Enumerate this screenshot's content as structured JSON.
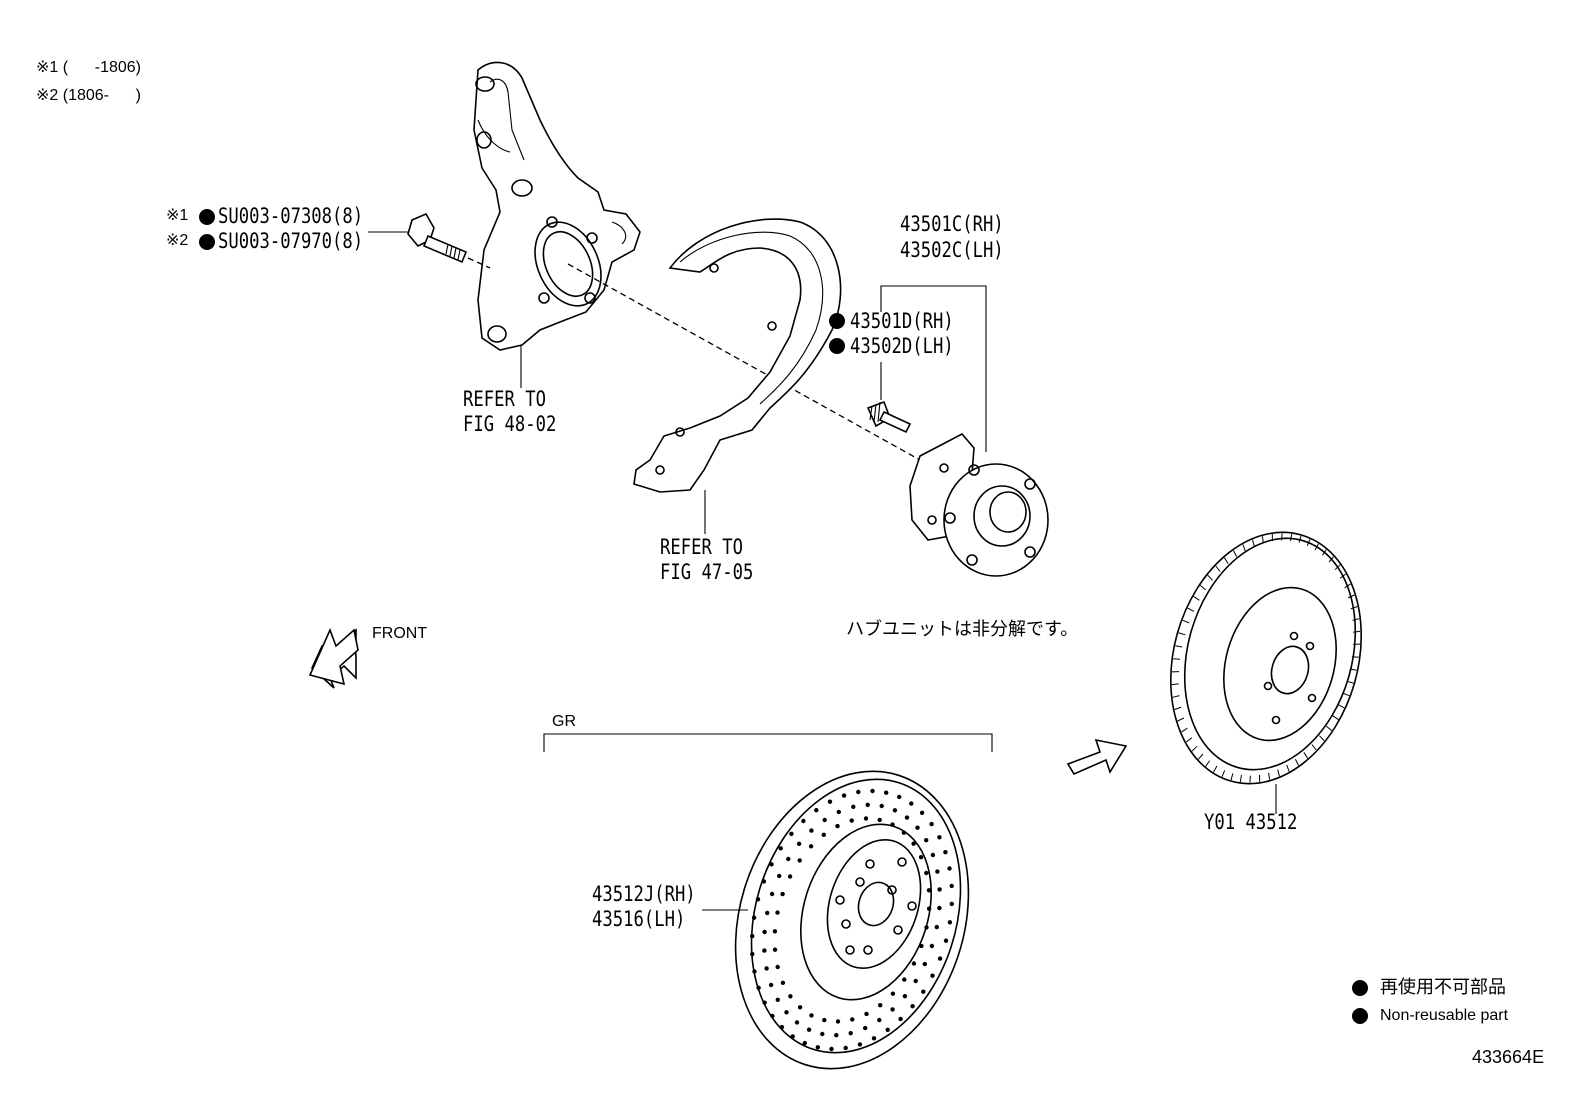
{
  "notes": {
    "note1": "※1 (      -1806)",
    "note2": "※2 (1806-      )"
  },
  "bolt": {
    "label1_prefix": "※1",
    "label1": "SU003-07308(8)",
    "label2_prefix": "※2",
    "label2": "SU003-07970(8)"
  },
  "knuckle": {
    "refer_line1": "REFER TO",
    "refer_line2": "FIG 48-02"
  },
  "dust_cover": {
    "refer_line1": "REFER TO",
    "refer_line2": "FIG 47-05"
  },
  "hub": {
    "rh": "43501C(RH)",
    "lh": "43502C(LH)",
    "bolt_rh": "43501D(RH)",
    "bolt_lh": "43502D(LH)",
    "note_jp": "ハブユニットは非分解です。"
  },
  "front_arrow": {
    "label": "FRONT"
  },
  "gr_group": {
    "label": "GR",
    "rotor_rh": "43512J(RH)",
    "rotor_lh": "43516(LH)"
  },
  "std_rotor": {
    "label": "Y01 43512"
  },
  "legend": {
    "jp": "再使用不可部品",
    "en": "Non-reusable part"
  },
  "figure_id": "433664E"
}
